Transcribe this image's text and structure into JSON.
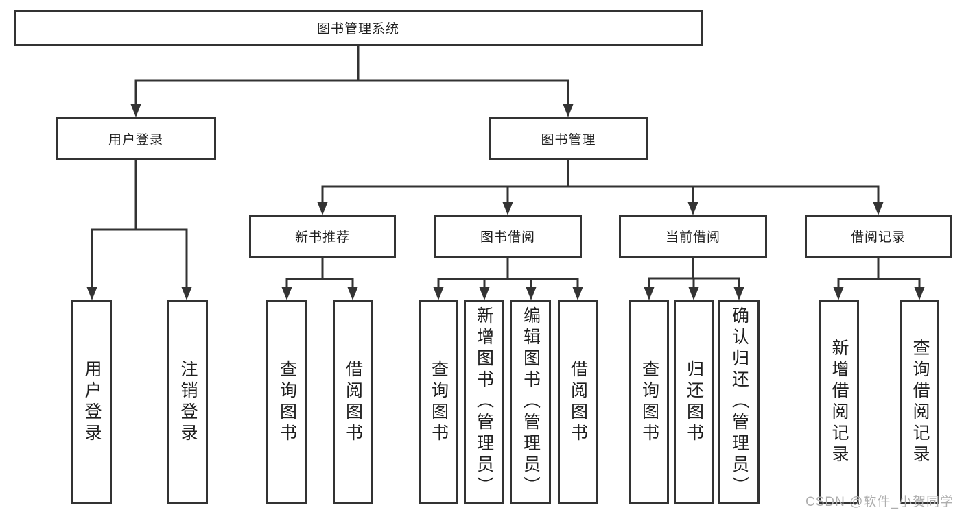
{
  "diagram": {
    "title": "图书管理系统",
    "tree": {
      "root": {
        "label": "图书管理系统"
      },
      "level1": [
        {
          "label": "用户登录",
          "children": [
            {
              "label": "用户登录"
            },
            {
              "label": "注销登录"
            }
          ]
        },
        {
          "label": "图书管理",
          "children": [
            {
              "label": "新书推荐",
              "children": [
                {
                  "label": "查询图书"
                },
                {
                  "label": "借阅图书"
                }
              ]
            },
            {
              "label": "图书借阅",
              "children": [
                {
                  "label": "查询图书"
                },
                {
                  "label": "新增图书（管理员）"
                },
                {
                  "label": "编辑图书（管理员）"
                },
                {
                  "label": "借阅图书"
                }
              ]
            },
            {
              "label": "当前借阅",
              "children": [
                {
                  "label": "查询图书"
                },
                {
                  "label": "归还图书"
                },
                {
                  "label": "确认归还（管理员）"
                }
              ]
            },
            {
              "label": "借阅记录",
              "children": [
                {
                  "label": "新增借阅记录"
                },
                {
                  "label": "查询借阅记录"
                }
              ]
            }
          ]
        }
      ]
    }
  },
  "watermark": {
    "text": "CSDN @软件_小贺同学"
  },
  "colors": {
    "line": "#333333",
    "box_border": "#333333",
    "text": "#1f1f1f",
    "watermark": "#aeaeae",
    "background": "#ffffff"
  }
}
